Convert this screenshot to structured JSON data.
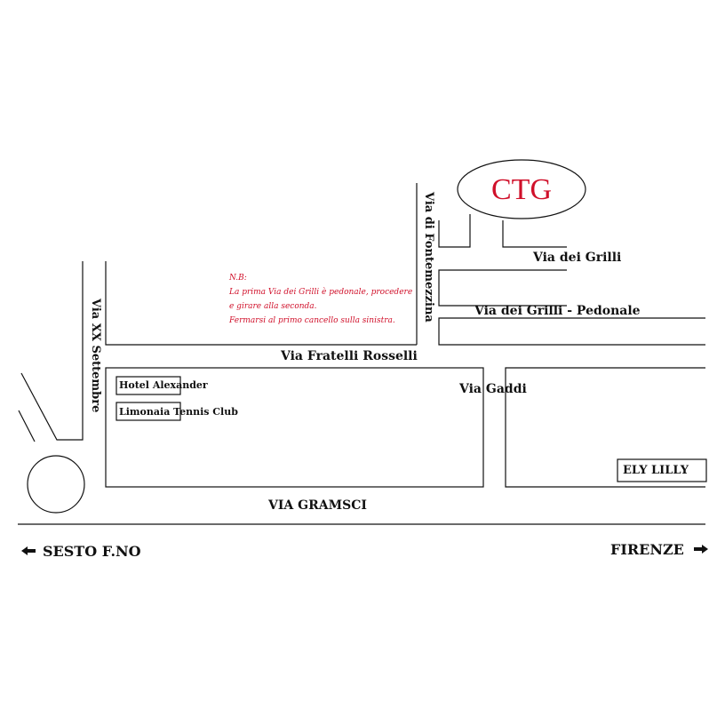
{
  "colors": {
    "ink": "#111111",
    "accent": "#d0102a",
    "background": "#ffffff"
  },
  "logo": {
    "text": "CTG"
  },
  "streets": {
    "via_dei_grilli": "Via dei Grilli",
    "via_dei_grilli_pedonale": "Via dei Grilli - Pedonale",
    "via_fratelli_rosselli": "Via Fratelli Rosselli",
    "via_gaddi": "Via Gaddi",
    "via_gramsci": "VIA GRAMSCI",
    "via_di_fontemezzina": "Via di Fontemezzina",
    "via_xx_settembre": "Via XX Settembre"
  },
  "places": {
    "hotel_alexander": "Hotel Alexander",
    "limonaia_tennis_club": "Limonaia Tennis Club",
    "ely_lilly": "ELY LILLY"
  },
  "note": {
    "heading": "N.B:",
    "lines": [
      "La prima Via dei Grilli è pedonale, procedere",
      "e girare alla seconda.",
      "Fermarsi al primo cancello sulla sinistra."
    ]
  },
  "directions": {
    "left": {
      "label": "SESTO F.NO",
      "icon": "arrow-left-icon"
    },
    "right": {
      "label": "FIRENZE",
      "icon": "arrow-right-icon"
    }
  }
}
